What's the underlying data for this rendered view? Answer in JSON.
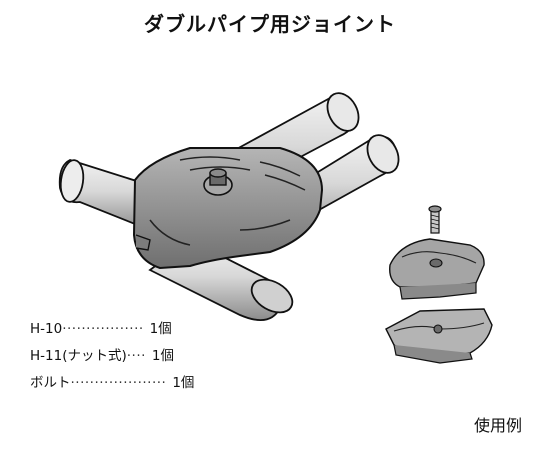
{
  "title": "ダブルパイプ用ジョイント",
  "parts": [
    {
      "name": "H-10",
      "dots": "·················",
      "qty": "1個"
    },
    {
      "name": "H-11(ナット式)",
      "dots": "····",
      "qty": "1個"
    },
    {
      "name": "ボルト",
      "dots": "····················",
      "qty": "1個"
    }
  ],
  "caption": "使用例",
  "icons": {
    "main": "double-pipe-joint-assembly-icon",
    "parts": "joint-parts-exploded-icon"
  },
  "colors": {
    "pipe": "#d9d9d9",
    "pipe_shadow": "#9a9a9a",
    "joint": "#8a8a8a",
    "outline": "#111111"
  }
}
